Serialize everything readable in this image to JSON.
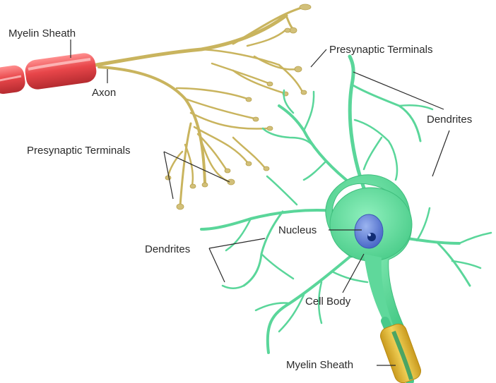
{
  "labels": {
    "myelin_sheath_axon": "Myelin Sheath",
    "axon": "Axon",
    "presynaptic_terminals_top": "Presynaptic Terminals",
    "presynaptic_terminals_left": "Presynaptic Terminals",
    "dendrites_right": "Dendrites",
    "dendrites_left": "Dendrites",
    "nucleus": "Nucleus",
    "cell_body": "Cell Body",
    "myelin_sheath_bottom": "Myelin Sheath"
  },
  "colors": {
    "myelin_axon": "#e8464a",
    "axon_branches": "#c9b45e",
    "dendrites": "#5ad69a",
    "cell_body": "#63d99c",
    "nucleus": "#5d7fd6",
    "myelin_bottom": "#e3c23a"
  }
}
